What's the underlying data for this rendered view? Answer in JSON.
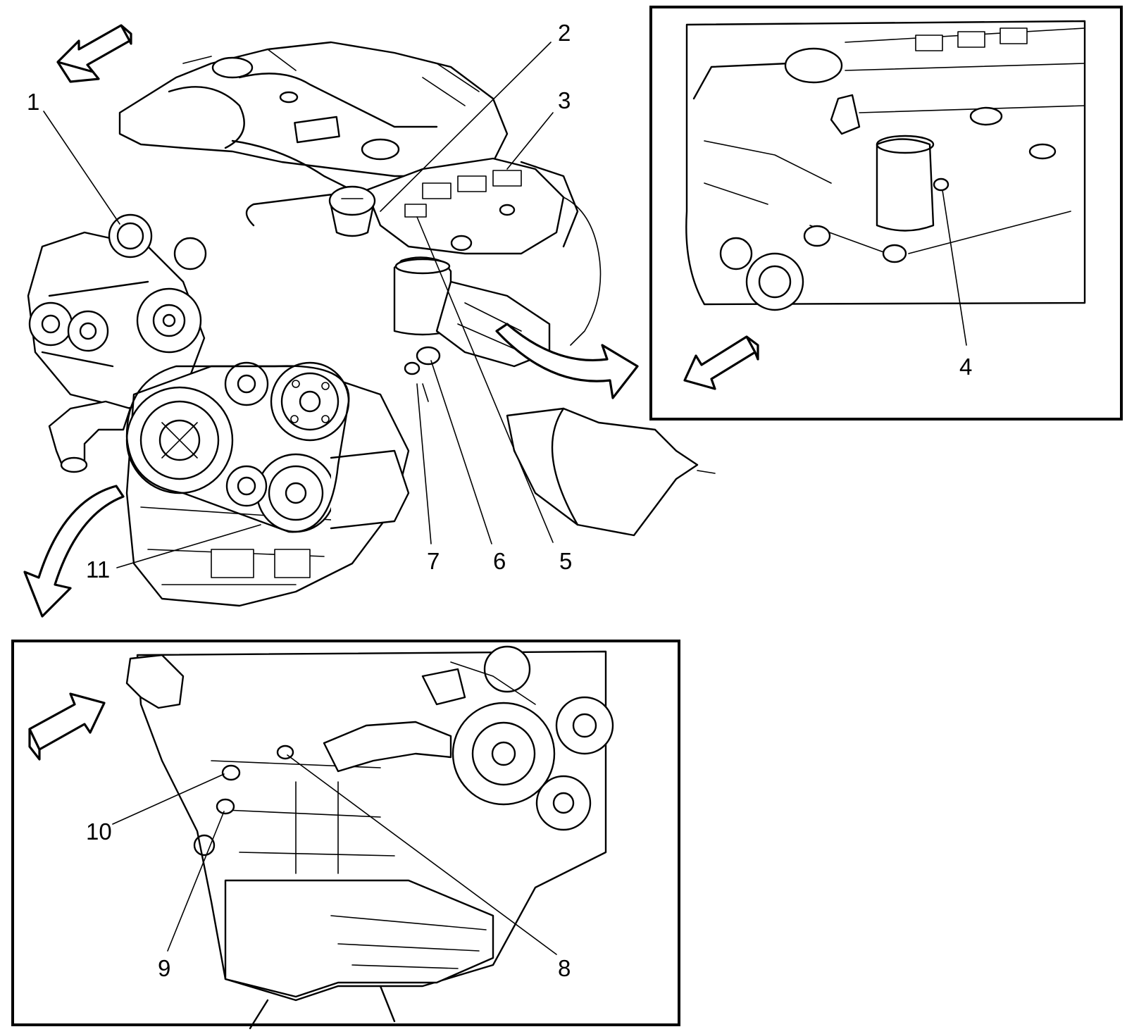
{
  "colors": {
    "ink": "#000000",
    "paper": "#ffffff"
  },
  "callouts": [
    {
      "id": "1",
      "label": "1"
    },
    {
      "id": "2",
      "label": "2"
    },
    {
      "id": "3",
      "label": "3"
    },
    {
      "id": "4",
      "label": "4"
    },
    {
      "id": "5",
      "label": "5"
    },
    {
      "id": "6",
      "label": "6"
    },
    {
      "id": "7",
      "label": "7"
    },
    {
      "id": "8",
      "label": "8"
    },
    {
      "id": "9",
      "label": "9"
    },
    {
      "id": "10",
      "label": "10"
    },
    {
      "id": "11",
      "label": "11"
    }
  ],
  "icons": {
    "direction_arrow": "front-direction-arrow-icon",
    "view_arrow": "detail-view-arrow-icon"
  }
}
